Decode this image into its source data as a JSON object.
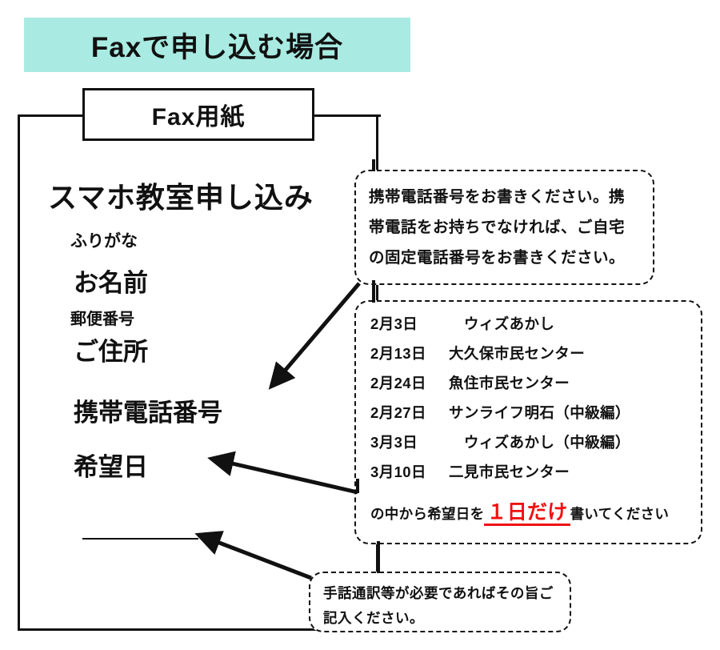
{
  "header": {
    "title": "Faxで申し込む場合",
    "banner_color": "#a9ebe2"
  },
  "fax_paper": {
    "label": "Fax用紙"
  },
  "form": {
    "title": "スマホ教室申し込み",
    "fields": [
      {
        "label": "ふりがな"
      },
      {
        "label": "お名前"
      },
      {
        "label": "郵便番号"
      },
      {
        "label": "ご住所"
      },
      {
        "label": "携帯電話番号"
      },
      {
        "label": "希望日"
      }
    ],
    "furigana_label": "ふりがな",
    "name_label": "お名前",
    "postal_label": "郵便番号",
    "address_label": "ご住所",
    "mobile_label": "携帯電話番号",
    "desired_date_label": "希望日"
  },
  "callouts": {
    "phone": {
      "lines": [
        "携帯電話番号をお書きください。携",
        "帯電話をお持ちでなければ、ご自宅",
        "の固定電話番号をお書きください。"
      ]
    },
    "note": {
      "lines": [
        "手話通訳等が必要であればその旨ご",
        "記入ください。"
      ]
    },
    "schedule": {
      "rows": [
        {
          "date": "2月3日",
          "venue": "　ウィズあかし"
        },
        {
          "date": "2月13日",
          "venue": "大久保市民センター"
        },
        {
          "date": "2月24日",
          "venue": "魚住市民センター"
        },
        {
          "date": "2月27日",
          "venue": "サンライフ明石（中級編）"
        },
        {
          "date": "3月3日",
          "venue": "　ウィズあかし（中級編）"
        },
        {
          "date": "3月10日",
          "venue": "二見市民センター"
        }
      ],
      "instruction_before": "の中から希望日を",
      "instruction_emphasis": "１日だけ",
      "instruction_after": "書いてください",
      "emphasis_color": "#ee1111"
    }
  }
}
